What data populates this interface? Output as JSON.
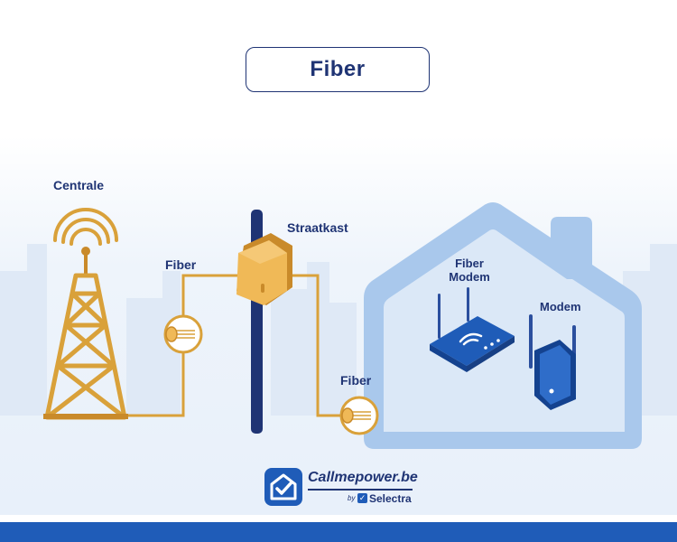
{
  "title": "Fiber",
  "labels": {
    "centrale": "Centrale",
    "fiber_1": "Fiber",
    "straatkast": "Straatkast",
    "fiber_2": "Fiber",
    "fiber_modem_line1": "Fiber",
    "fiber_modem_line2": "Modem",
    "modem": "Modem"
  },
  "logo": {
    "name": "Callmepower.be",
    "by": "by",
    "sub": "Selectra"
  },
  "colors": {
    "navy": "#1f3474",
    "blue": "#1f5cb8",
    "gold": "#d9a13a",
    "house": "#a9c8ec"
  },
  "icons": [
    "tower-icon",
    "cable-cross-section-icon",
    "street-cabinet-icon",
    "house-icon",
    "router-icon",
    "modem-icon",
    "logo-house-check-icon"
  ]
}
